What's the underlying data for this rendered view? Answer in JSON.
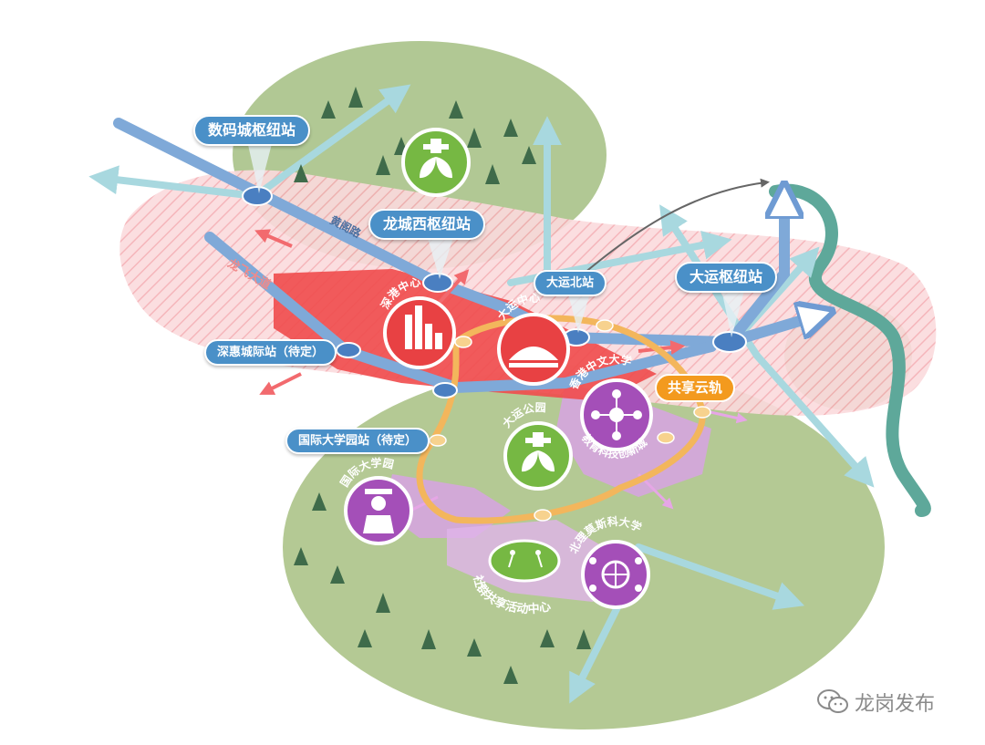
{
  "stations": {
    "shuma": "数码城枢纽站",
    "longcheng_west": "龙城西枢纽站",
    "dayun_north": "大运北站",
    "dayun_hub": "大运枢纽站",
    "shenhui": "深惠城际站（待定）",
    "intl_univ_park": "国际大学园站（待定）"
  },
  "roads": {
    "huangge": "黄阁路",
    "longfei": "龙飞大道"
  },
  "cloud_rail": "共享云轨",
  "zones": {
    "shengang": "深港中心",
    "dayun_center": "大运中心",
    "cuhk": "香港中文大学",
    "cuhk_sub": "教育科技创新城",
    "dayun_park": "大运公园",
    "intl_univ": "国际大学园",
    "bit_moscow": "北理莫斯科大学",
    "community": "社群共享活动中心"
  },
  "colors": {
    "green_area": "#9cb97a",
    "pink_zone": "#f9c9cc",
    "red_zone": "#ef4b4d",
    "purple_zone": "#d39be0",
    "blue_road": "#7fa9d8",
    "teal_arrow": "#a8d8df",
    "cloud_rail": "#f39a1e"
  },
  "icons": [
    "leaf-cross-icon",
    "skyscraper-icon",
    "stadium-icon",
    "network-icon",
    "graduate-icon",
    "globe-network-icon",
    "runners-icon",
    "wechat-icon"
  ],
  "watermark": "龙岗发布"
}
